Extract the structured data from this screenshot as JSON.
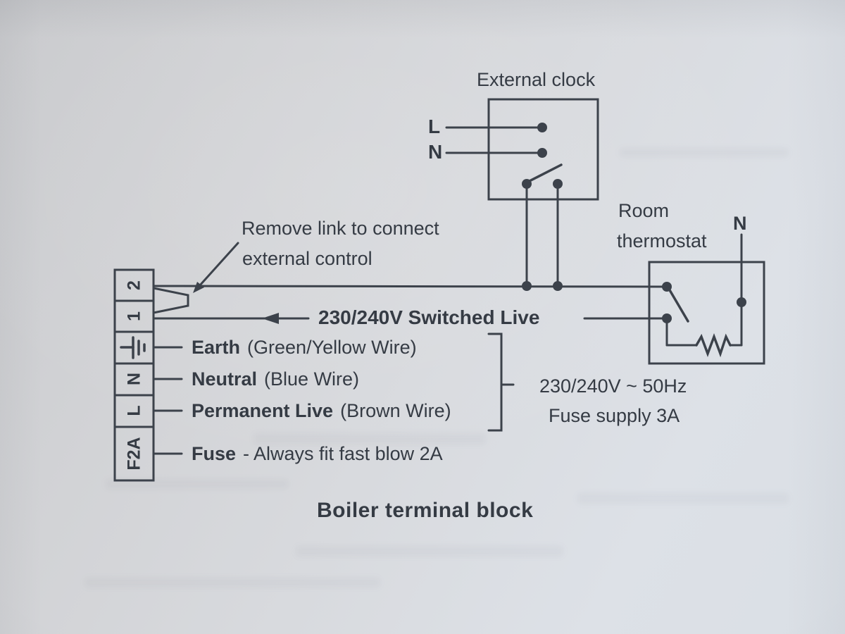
{
  "title": "Boiler terminal block",
  "colors": {
    "ink": "#3c424b",
    "paper": "#d6d8dc"
  },
  "external_clock": {
    "title": "External clock",
    "live_label": "L",
    "neutral_label": "N"
  },
  "room_thermostat": {
    "title_line1": "Room",
    "title_line2": "thermostat",
    "neutral_label": "N"
  },
  "notes": {
    "remove_link_line1": "Remove link to connect",
    "remove_link_line2": "external control",
    "switched_live": "230/240V Switched Live",
    "supply_line1": "230/240V ~ 50Hz",
    "supply_line2": "Fuse supply 3A"
  },
  "terminal_block": {
    "terminals": [
      {
        "label": "2"
      },
      {
        "label": "1"
      },
      {
        "label": "",
        "icon": "earth-symbol"
      },
      {
        "label": "N"
      },
      {
        "label": "L"
      },
      {
        "label": "F2A"
      }
    ]
  },
  "wire_labels": [
    {
      "name": "Earth",
      "detail": "(Green/Yellow Wire)"
    },
    {
      "name": "Neutral",
      "detail": "(Blue Wire)"
    },
    {
      "name": "Permanent Live",
      "detail": "(Brown Wire)"
    },
    {
      "name": "Fuse",
      "detail": "- Always fit fast blow 2A"
    }
  ]
}
